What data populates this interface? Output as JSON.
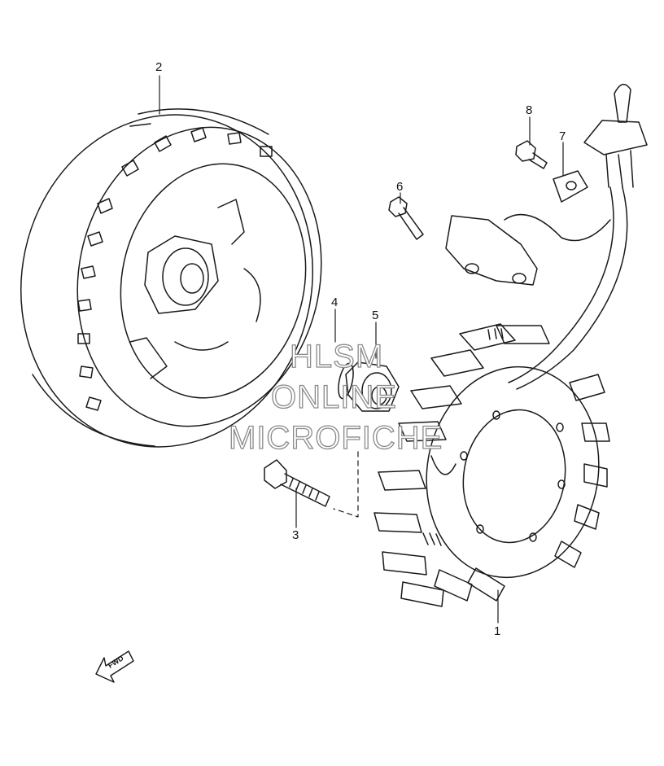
{
  "parts": [
    {
      "id": "part-1",
      "label": "1"
    },
    {
      "id": "part-2",
      "label": "2"
    },
    {
      "id": "part-3",
      "label": "3"
    },
    {
      "id": "part-4",
      "label": "4"
    },
    {
      "id": "part-5",
      "label": "5"
    },
    {
      "id": "part-6",
      "label": "6"
    },
    {
      "id": "part-7",
      "label": "7"
    },
    {
      "id": "part-8",
      "label": "8"
    }
  ],
  "watermark": {
    "line1": "HLSM",
    "line2": "ONLINE",
    "line3": "MICROFICHE"
  },
  "direction_arrow": {
    "label": "FWD",
    "icon": "fwd-arrow-icon"
  },
  "colors": {
    "line": "#1a1a1a",
    "watermark_outline": "#8a8a8a",
    "background": "#ffffff"
  }
}
